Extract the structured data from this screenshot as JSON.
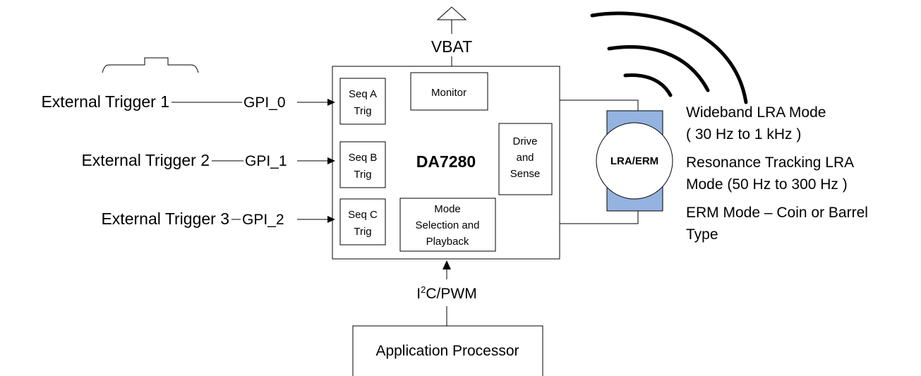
{
  "title": "DA7280",
  "supply": "VBAT",
  "triggers": [
    {
      "label": "External Trigger 1",
      "pin": "GPI_0",
      "block": [
        "Seq A",
        "Trig"
      ]
    },
    {
      "label": "External Trigger 2",
      "pin": "GPI_1",
      "block": [
        "Seq B",
        "Trig"
      ]
    },
    {
      "label": "External Trigger 3",
      "pin": "GPI_2",
      "block": [
        "Seq C",
        "Trig"
      ]
    }
  ],
  "blocks": {
    "monitor": "Monitor",
    "drive": [
      "Drive",
      "and",
      "Sense"
    ],
    "mode": [
      "Mode",
      "Selection and",
      "Playback"
    ]
  },
  "interface": {
    "prefix": "I",
    "sup": "2",
    "suffix": "C/PWM"
  },
  "processor": "Application Processor",
  "actuator": "LRA/ERM",
  "modes": [
    "Wideband LRA Mode",
    "( 30 Hz to 1 kHz )",
    "Resonance Tracking  LRA",
    "Mode (50 Hz to 300 Hz )",
    "ERM Mode – Coin or Barrel",
    "Type"
  ],
  "colors": {
    "actuator_fill": "#95b3e0",
    "line": "#000000",
    "background": "#ffffff"
  }
}
